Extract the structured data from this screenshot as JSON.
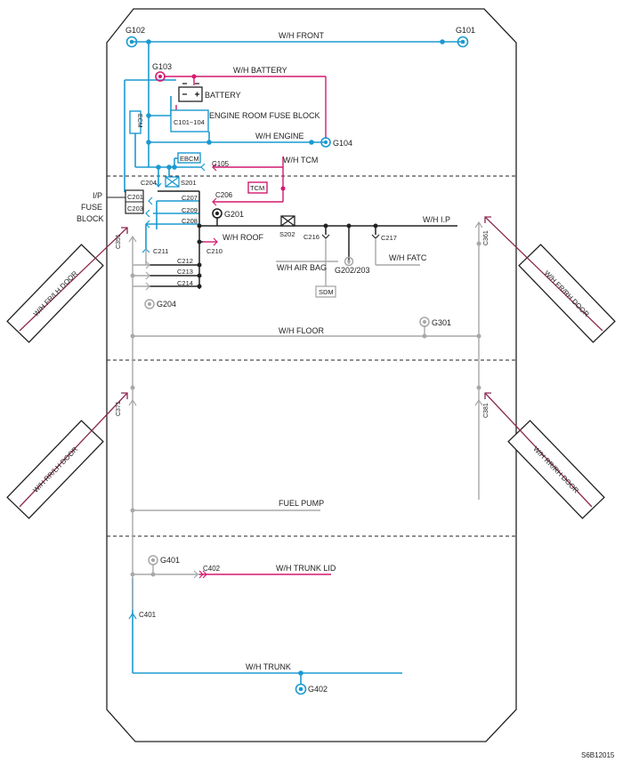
{
  "colors": {
    "blue": "#1b9ad0",
    "pink": "#d4196f",
    "black": "#222222",
    "gray": "#a8a8a8",
    "maroon": "#8a2a52"
  },
  "harness": {
    "front": "W/H FRONT",
    "battery": "W/H BATTERY",
    "engine": "W/H ENGINE",
    "tcm": "W/H TCM",
    "ip": "W/H I.P",
    "roof": "W/H ROOF",
    "air_bag": "W/H AIR BAG",
    "fatc": "W/H FATC",
    "floor": "W/H FLOOR",
    "fuel_pump": "FUEL PUMP",
    "trunk_lid": "W/H TRUNK LID",
    "trunk": "W/H TRUNK"
  },
  "grounds": {
    "g101": "G101",
    "g102": "G102",
    "g103": "G103",
    "g104": "G104",
    "g201": "G201",
    "g202_203": "G202/203",
    "g204": "G204",
    "g301": "G301",
    "g401": "G401",
    "g402": "G402"
  },
  "components": {
    "battery": "BATTERY",
    "engine_room_fuse_block": "ENGINE ROOM FUSE BLOCK",
    "c101_104": "C101~104",
    "ecm": "ECM",
    "ebcm": "EBCM",
    "tcm": "TCM",
    "sdm": "SDM",
    "ip_fuse_block": [
      "I/P",
      "FUSE",
      "BLOCK"
    ]
  },
  "connectors": {
    "c105": "C105",
    "c201": "C201",
    "c203": "C203",
    "c204": "C204",
    "s201": "S201",
    "c206": "C206",
    "c207": "C207",
    "c208": "C208",
    "c209": "C209",
    "c210": "C210",
    "c211": "C211",
    "c212": "C212",
    "c213": "C213",
    "c214": "C214",
    "s202": "S202",
    "c216": "C216",
    "c217": "C217",
    "c351": "C351",
    "c361": "C361",
    "c371": "C371",
    "c381": "C381",
    "c401": "C401",
    "c402": "C402"
  },
  "doors": {
    "fr_lh": "W/H FR/LH DOOR",
    "fr_rh": "W/H FR/RH DOOR",
    "rr_lh": "W/H RR/LH DOOR",
    "rr_rh": "W/H RR/RH DOOR"
  },
  "figure_id": "S6B12015"
}
